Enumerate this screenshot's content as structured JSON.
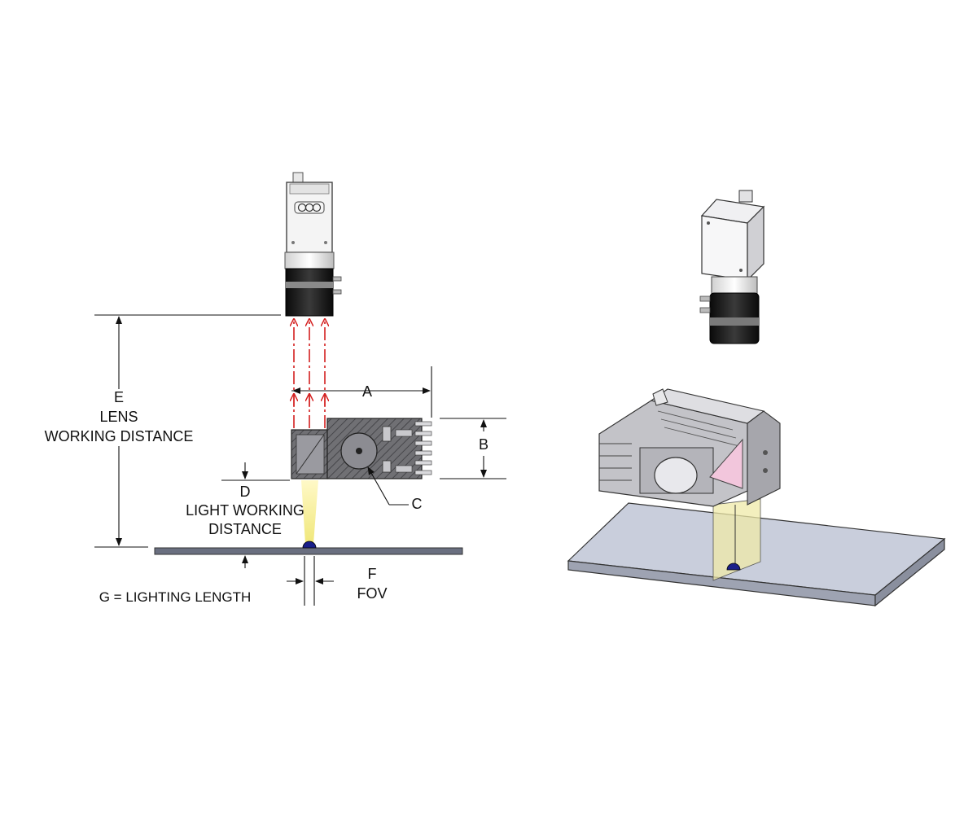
{
  "labels": {
    "a": "A",
    "b": "B",
    "c": "C",
    "d": "D",
    "e": "E",
    "e_line1": "LENS",
    "e_line2": "WORKING DISTANCE",
    "d_line1": "LIGHT WORKING",
    "d_line2": "DISTANCE",
    "f": "F",
    "fov": "FOV",
    "g": "G = LIGHTING LENGTH"
  },
  "colors": {
    "ray": "#d42020",
    "beam": "#f4ee8c",
    "target": "#1a1f8a",
    "prism": "#f2c6dc",
    "plate": "#c7ccdc",
    "metal": "#bdbdc2",
    "dark": "#151515"
  }
}
